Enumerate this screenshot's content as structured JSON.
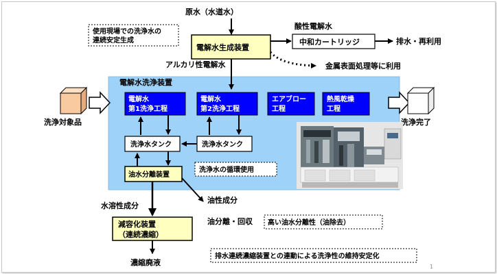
{
  "source_water": "原水（水道水）",
  "note_usage": [
    "使用現場での洗浄水の",
    "連続安定生成"
  ],
  "generator": "電解水生成装置",
  "acidic_water": "酸性電解水",
  "neutralizer": "中和カートリッジ",
  "drain_reuse": "排水・再利用",
  "metal_use": "金属表面処理等に利用",
  "alkaline_water": "アルカリ性電解水",
  "washer_title": "電解水洗浄装置",
  "process_steps": [
    [
      "電解水",
      "第1洗浄工程"
    ],
    [
      "電解水",
      "第2洗浄工程"
    ],
    [
      "エアブロー",
      "工程"
    ],
    [
      "熱風乾燥",
      "工程"
    ]
  ],
  "target": "洗浄対象品",
  "complete": "洗浄完了",
  "tank1": "洗浄水タンク",
  "tank2": "洗浄水タンク",
  "separator": "油水分離装置",
  "circulation": "洗浄水の循環使用",
  "water_soluble": "水溶性成分",
  "oil_component": "油性成分",
  "oil_recovery": "油分離・回収",
  "oil_separation_note": "高い油水分離性（油除去）",
  "reducer": [
    "減容化装置",
    "（連続濃縮）"
  ],
  "concentrate": "濃縮廃液",
  "bottom_note": "排水連続濃縮装置との連動による洗浄性の維持安定化",
  "page_number": "1",
  "colors": {
    "washer_bg": "#9fd2f8",
    "process_box": "#0000ff",
    "yellow_box": "#ffffc0",
    "target_cube": "#f9c9a0"
  }
}
